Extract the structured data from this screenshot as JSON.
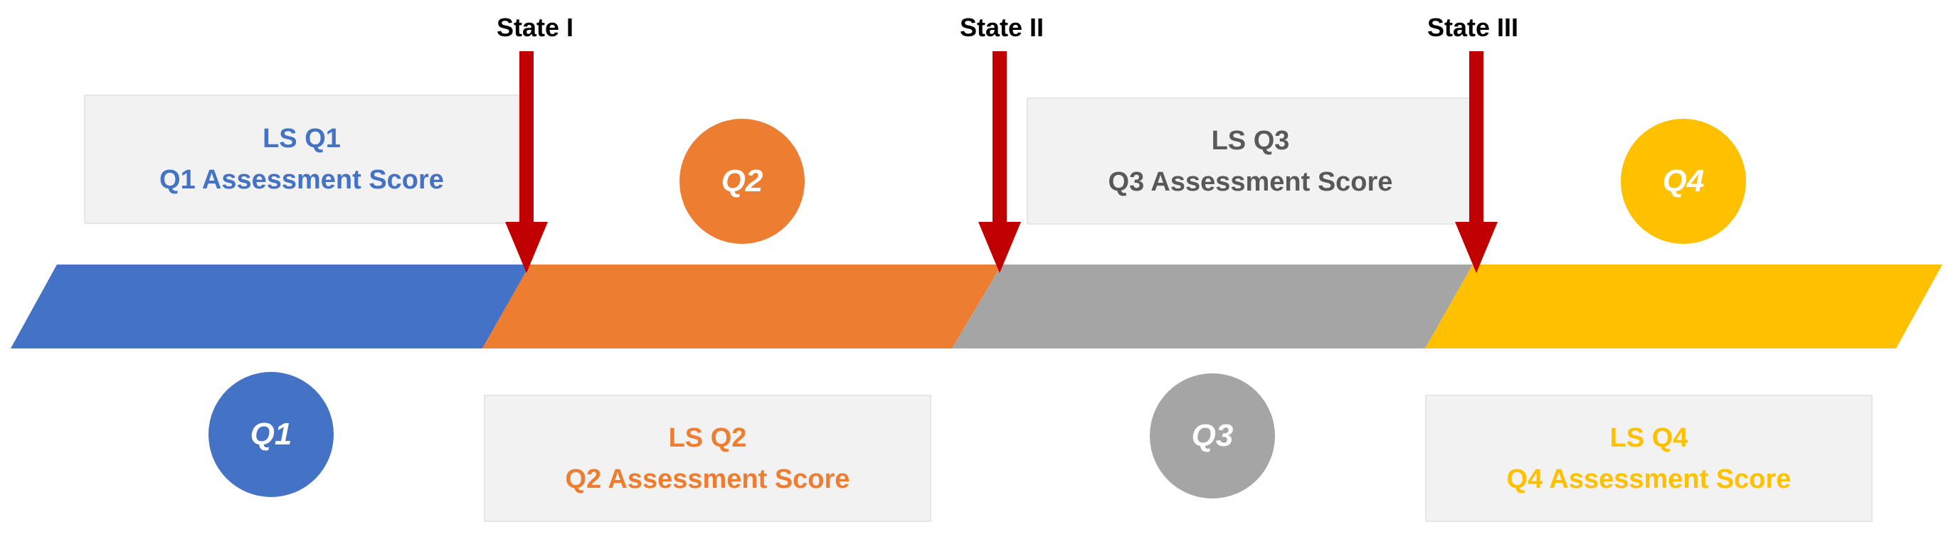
{
  "colors": {
    "q1": "#4472c4",
    "q2": "#ed7d31",
    "q3": "#a5a5a5",
    "q4": "#ffc000",
    "marker": "#c00000",
    "box_bg": "#f2f2f2"
  },
  "quarters": [
    {
      "circle_label": "Q1",
      "box_line1": "LS Q1",
      "box_line2": "Q1 Assessment Score"
    },
    {
      "circle_label": "Q2",
      "box_line1": "LS Q2",
      "box_line2": "Q2 Assessment Score"
    },
    {
      "circle_label": "Q3",
      "box_line1": "LS Q3",
      "box_line2": "Q3 Assessment Score"
    },
    {
      "circle_label": "Q4",
      "box_line1": "LS Q4",
      "box_line2": "Q4 Assessment Score"
    }
  ],
  "states": [
    "State I",
    "State II",
    "State III"
  ]
}
